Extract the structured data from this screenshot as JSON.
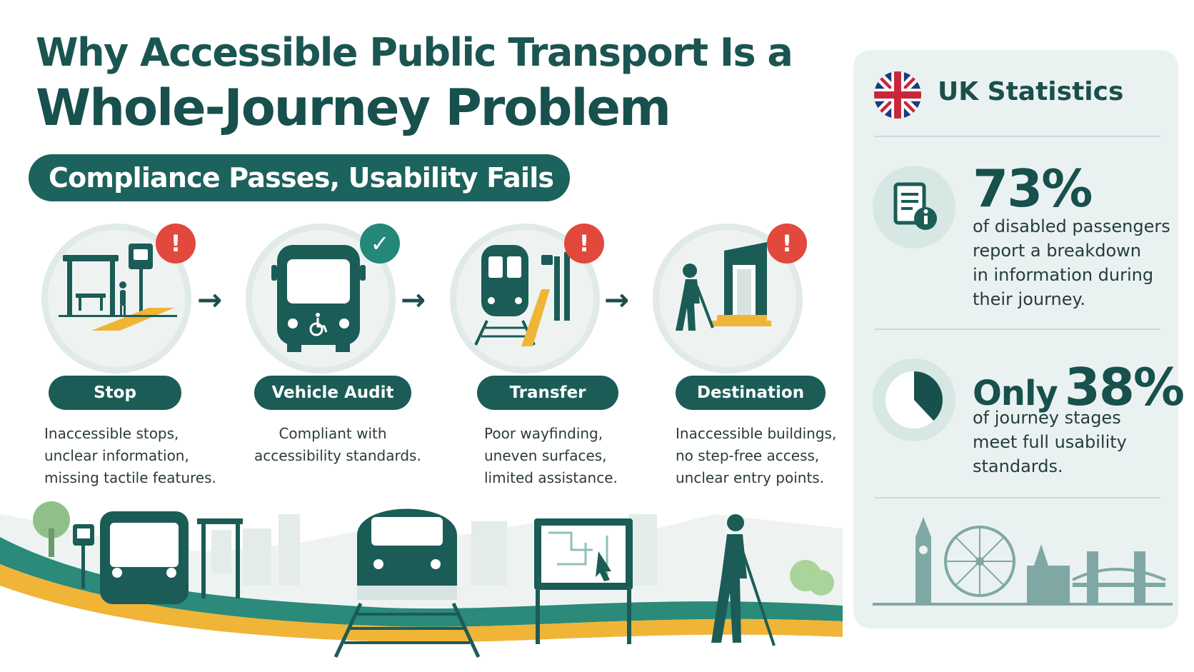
{
  "title": {
    "line1": "Why Accessible Public Transport Is a",
    "line2": "Whole-Journey Problem"
  },
  "subtitle": "Compliance Passes, Usability Fails",
  "stages": [
    {
      "label": "Stop",
      "status": "fail",
      "status_icon": "alert-icon",
      "desc": [
        "Inaccessible stops,",
        "unclear information,",
        "missing tactile features."
      ]
    },
    {
      "label": "Vehicle Audit",
      "status": "pass",
      "status_icon": "check-icon",
      "desc": [
        "Compliant with",
        "accessibility standards."
      ]
    },
    {
      "label": "Transfer",
      "status": "fail",
      "status_icon": "alert-icon",
      "desc": [
        "Poor wayfinding,",
        "uneven surfaces,",
        "limited assistance."
      ]
    },
    {
      "label": "Destination",
      "status": "fail",
      "status_icon": "alert-icon",
      "desc": [
        "Inaccessible buildings,",
        "no step-free access,",
        "unclear entry points."
      ]
    }
  ],
  "badge_glyphs": {
    "fail": "!",
    "pass": "✓"
  },
  "arrow_glyph": "→",
  "stats": {
    "heading": "UK Statistics",
    "items": [
      {
        "value": "73%",
        "prefix": "",
        "desc": [
          "of disabled passengers",
          "report a breakdown",
          "in information during",
          "their journey."
        ],
        "icon": "document-info-icon"
      },
      {
        "value": "38%",
        "prefix": "Only",
        "desc": [
          "of journey stages",
          "meet full usability",
          "standards."
        ],
        "icon": "pie-chart-icon",
        "fraction": 0.38
      }
    ]
  },
  "colors": {
    "primary": "#1b5c57",
    "alert": "#e2483c",
    "success": "#238878",
    "tactile": "#f0b437",
    "panel": "#eaf2f1"
  }
}
